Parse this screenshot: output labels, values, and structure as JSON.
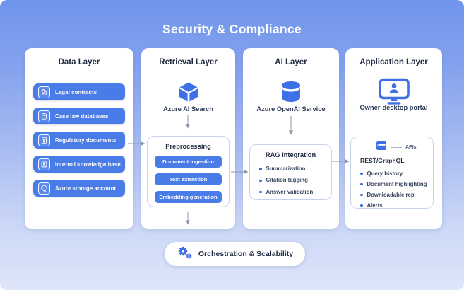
{
  "title": "Security & Compliance",
  "columns": {
    "data": {
      "title": "Data Layer",
      "items": [
        {
          "icon": "document-icon",
          "label": "Legal contracts"
        },
        {
          "icon": "database-icon",
          "label": "Case law databases"
        },
        {
          "icon": "certificate-icon",
          "label": "Regulatory documents"
        },
        {
          "icon": "person-card-icon",
          "label": "Internal knowledge base"
        },
        {
          "icon": "cloud-sync-icon",
          "label": "Azure storage account"
        }
      ]
    },
    "retrieval": {
      "title": "Retrieval Layer",
      "service_icon": "cube-icon",
      "service_label": "Azure AI Search",
      "box": {
        "title": "Preprocessing",
        "buttons": [
          "Document ingestion",
          "Text extraction",
          "Embedding generation"
        ]
      }
    },
    "ai": {
      "title": "AI Layer",
      "service_icon": "cylinder-database-icon",
      "service_label": "Azure OpenAI Service",
      "box": {
        "title": "RAG Integration",
        "bullets": [
          "Summarization",
          "Citation tagging",
          "Answer validation"
        ]
      }
    },
    "application": {
      "title": "Application Layer",
      "service_icon": "desktop-monitor-icon",
      "service_label": "Owner-desktop portal",
      "box": {
        "api_icon": "browser-window-icon",
        "api_label": "APIs",
        "title": "REST/GraphQL",
        "bullets": [
          "Query history",
          "Document highlighting",
          "Downloadable rep",
          "Alerts"
        ]
      }
    }
  },
  "footer": {
    "icon": "gears-icon",
    "label": "Orchestration & Scalability"
  },
  "colors": {
    "background_top": "#7095EC",
    "background_bottom": "#DFE6FA",
    "node_blue": "#4A7CE8",
    "icon_blue": "#3D6FE6",
    "heading_text": "#212B42",
    "body_text": "#3A465E",
    "arrow_gray": "#8E97A8",
    "box_border": "#C7D2F0"
  }
}
